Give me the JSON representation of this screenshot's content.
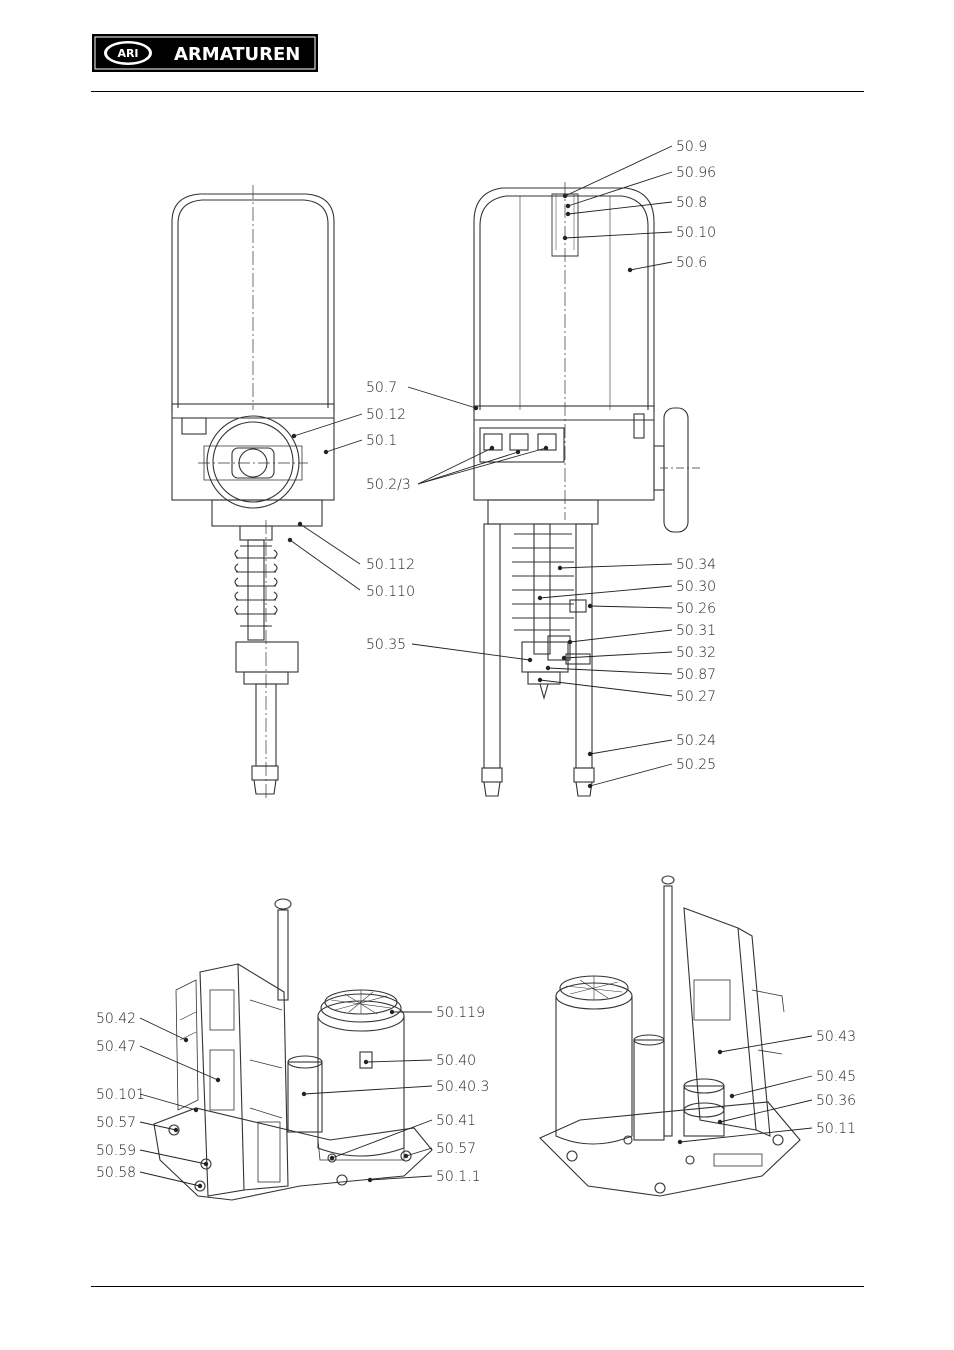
{
  "header": {
    "logo_mark": "ARI",
    "logo_text": "ARMATUREN"
  },
  "figure_top": {
    "labels": [
      {
        "text": "50.9"
      },
      {
        "text": "50.96"
      },
      {
        "text": "50.8"
      },
      {
        "text": "50.10"
      },
      {
        "text": "50.6"
      },
      {
        "text": "50.7"
      },
      {
        "text": "50.12"
      },
      {
        "text": "50.1"
      },
      {
        "text": "50.2/3"
      },
      {
        "text": "50.112"
      },
      {
        "text": "50.110"
      },
      {
        "text": "50.34"
      },
      {
        "text": "50.30"
      },
      {
        "text": "50.26"
      },
      {
        "text": "50.31"
      },
      {
        "text": "50.32"
      },
      {
        "text": "50.35"
      },
      {
        "text": "50.87"
      },
      {
        "text": "50.27"
      },
      {
        "text": "50.24"
      },
      {
        "text": "50.25"
      }
    ]
  },
  "figure_bottom": {
    "labels": [
      {
        "text": "50.42"
      },
      {
        "text": "50.47"
      },
      {
        "text": "50.101"
      },
      {
        "text": "50.57"
      },
      {
        "text": "50.59"
      },
      {
        "text": "50.58"
      },
      {
        "text": "50.119"
      },
      {
        "text": "50.40"
      },
      {
        "text": "50.40.3"
      },
      {
        "text": "50.41"
      },
      {
        "text": "50.57"
      },
      {
        "text": "50.1.1"
      },
      {
        "text": "50.43"
      },
      {
        "text": "50.45"
      },
      {
        "text": "50.36"
      },
      {
        "text": "50.11"
      }
    ]
  }
}
